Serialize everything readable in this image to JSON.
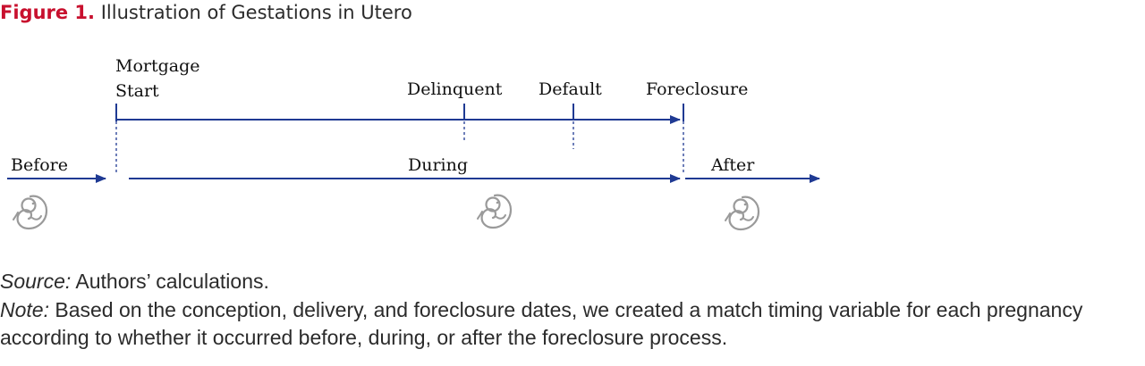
{
  "figure": {
    "label": "Figure 1.",
    "title": "Illustration of Gestations in Utero"
  },
  "timeline": {
    "events": {
      "mortgage_start_line1": "Mortgage",
      "mortgage_start_line2": "Start",
      "delinquent": "Delinquent",
      "default": "Default",
      "foreclosure": "Foreclosure"
    },
    "periods": {
      "before": "Before",
      "during": "During",
      "after": "After"
    },
    "icons": [
      "fetus-icon",
      "fetus-icon",
      "fetus-icon"
    ]
  },
  "source": {
    "label": "Source:",
    "text": "Authors’ calculations."
  },
  "note": {
    "label": "Note:",
    "text": "Based on the conception, delivery, and foreclosure dates, we created a match timing variable for each pregnancy according to whether it occurred before, during, or after the foreclosure process."
  },
  "colors": {
    "figure_label": "#c8102e",
    "arrow": "#1f3a93",
    "icon": "#9a9a9a"
  }
}
